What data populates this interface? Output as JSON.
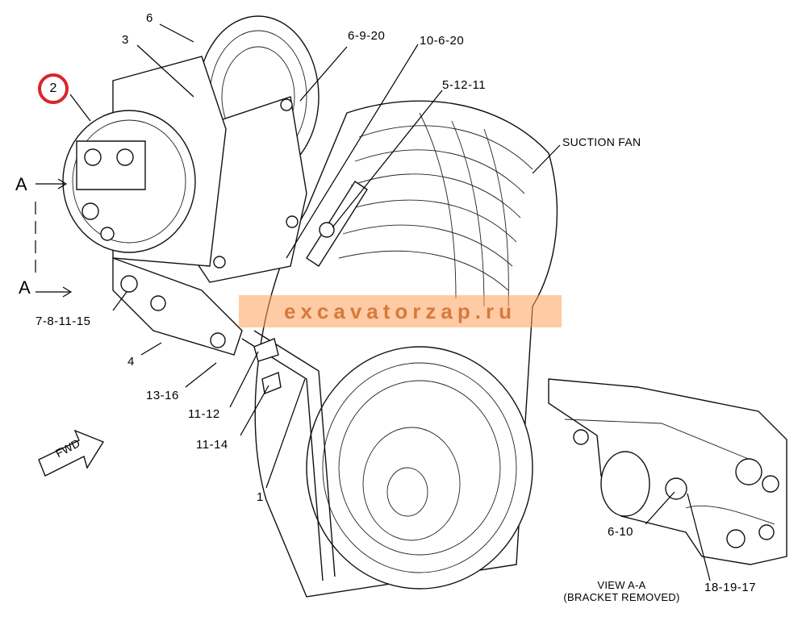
{
  "callouts": {
    "c6": "6",
    "c3": "3",
    "c2": "2",
    "c6920": "6-9-20",
    "c10620": "10-6-20",
    "c51211": "5-12-11",
    "suction_fan": "SUCTION FAN",
    "c781115": "7-8-11-15",
    "c4": "4",
    "c1316": "13-16",
    "c1112": "11-12",
    "c1114": "11-14",
    "c1": "1",
    "c610": "6-10",
    "c181917": "18-19-17"
  },
  "section_marks": {
    "top": "A",
    "bottom": "A"
  },
  "view_note": {
    "line1": "VIEW A-A",
    "line2": "(BRACKET REMOVED)"
  },
  "fwd_label": "FWD",
  "watermark": "excavatorzap.ru",
  "colors": {
    "highlight": "#d9262b",
    "watermark": "#d67a3e"
  }
}
